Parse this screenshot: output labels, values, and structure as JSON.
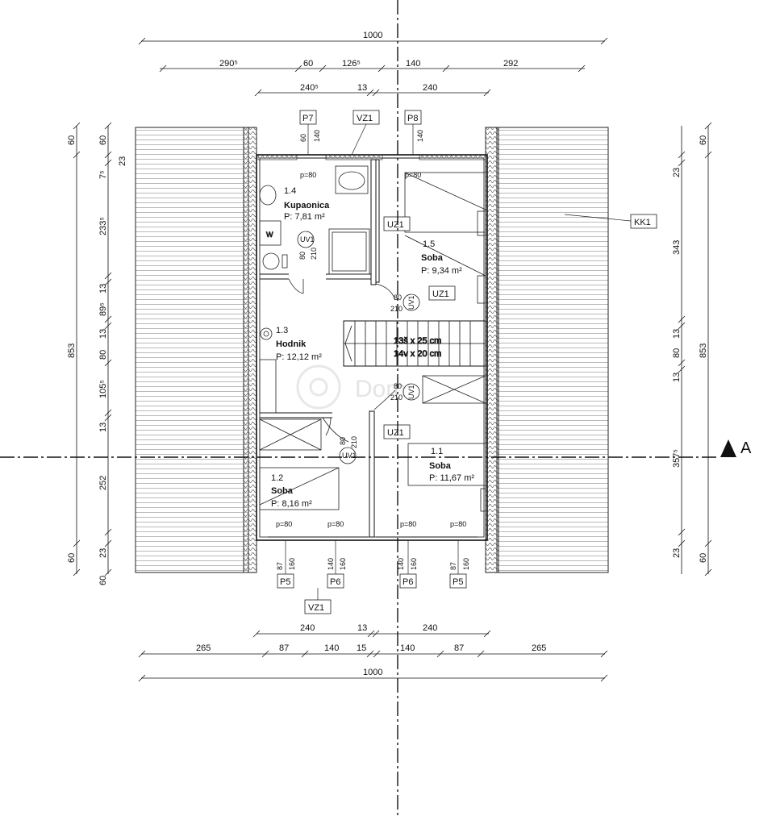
{
  "dims_top": {
    "total": "1000",
    "row2": [
      "290⁵",
      "60",
      "126⁵",
      "140",
      "292"
    ],
    "row3": [
      "240⁵",
      "13",
      "240"
    ]
  },
  "dims_bottom": {
    "row1": [
      "240",
      "13",
      "240"
    ],
    "row2": [
      "265",
      "87",
      "140",
      "15",
      "140",
      "87",
      "265"
    ],
    "total": "1000"
  },
  "dims_left": {
    "outer_top": "60",
    "inner": [
      "60",
      "23",
      "7⁵",
      "233⁵",
      "13",
      "89⁵",
      "13",
      "80",
      "105⁵",
      "13",
      "252",
      "23",
      "60"
    ],
    "total": "853",
    "outer_bottom": "60"
  },
  "dims_right": {
    "outer_top": "60",
    "inner": [
      "23",
      "343",
      "13",
      "80",
      "13",
      "357⁵",
      "23"
    ],
    "total": "853",
    "outer_bottom": "60"
  },
  "rooms": [
    {
      "num": "1.4",
      "name": "Kupaonica",
      "area": "P: 7,81 m²"
    },
    {
      "num": "1.5",
      "name": "Soba",
      "area": "P: 9,34 m²"
    },
    {
      "num": "1.3",
      "name": "Hodnik",
      "area": "P: 12,12 m²"
    },
    {
      "num": "1.2",
      "name": "Soba",
      "area": "P: 8,16 m²"
    },
    {
      "num": "1.1",
      "name": "Soba",
      "area": "P: 11,67 m²"
    }
  ],
  "tags": {
    "p7": "P7",
    "p8": "P8",
    "vz1_top": "VZ1",
    "vz1_bottom": "VZ1",
    "uz1_a": "UZ1",
    "uz1_b": "UZ1",
    "uz1_c": "UZ1",
    "kk1": "KK1",
    "p5_left": "P5",
    "p6_left": "P6",
    "p6_right": "P6",
    "p5_right": "P5"
  },
  "window_labels": {
    "parapet": "p=80",
    "p7_w": "60",
    "p7_h": "140",
    "p8_h": "140",
    "bot_w1": "87",
    "bot_h1": "160",
    "bot_w2": "140",
    "bot_h2": "160",
    "bot_w3": "140",
    "bot_h3": "160",
    "bot_w4": "87",
    "bot_h4": "160"
  },
  "doors": {
    "label": "UV1",
    "d1_w": "80",
    "d1_h": "210",
    "d2_w": "80",
    "d2_h": "210",
    "d3_w": "80",
    "d3_h": "210",
    "d4_w": "80",
    "d4_h": "210"
  },
  "stairs": {
    "line1": "13š x 25 cm",
    "line2": "14v x 20 cm"
  },
  "fixtures": {
    "washer": "W"
  },
  "section": {
    "label": "A"
  },
  "watermark": "Dom"
}
